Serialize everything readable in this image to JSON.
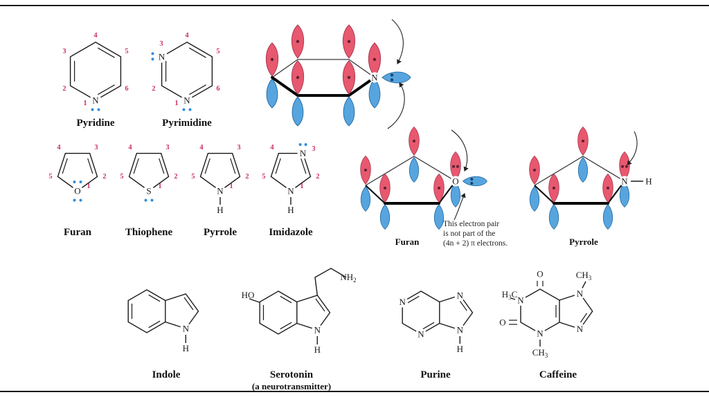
{
  "colors": {
    "number": "#cc3366",
    "lone_pair_blue": "#2e8de0",
    "orbital_red": "#e8586f",
    "orbital_blue": "#57a5de",
    "bond": "#1a1a1a"
  },
  "structures": {
    "pyridine": {
      "name": "Pyridine",
      "N": "N",
      "nums": [
        "1",
        "2",
        "3",
        "4",
        "5",
        "6"
      ]
    },
    "pyrimidine": {
      "name": "Pyrimidine",
      "N": "N",
      "nums": [
        "1",
        "2",
        "3",
        "4",
        "5",
        "6"
      ]
    },
    "pyridine_orbital": {
      "N": "N"
    },
    "furan": {
      "name": "Furan",
      "O": "O",
      "nums": [
        "1",
        "2",
        "3",
        "4",
        "5"
      ]
    },
    "thiophene": {
      "name": "Thiophene",
      "S": "S",
      "nums": [
        "1",
        "2",
        "3",
        "4",
        "5"
      ]
    },
    "pyrrole": {
      "name": "Pyrrole",
      "N": "N",
      "H": "H",
      "nums": [
        "1",
        "2",
        "3",
        "4",
        "5"
      ]
    },
    "imidazole": {
      "name": "Imidazole",
      "N": "N",
      "H": "H",
      "nums": [
        "1",
        "2",
        "3",
        "4",
        "5"
      ]
    },
    "furan_orbital": {
      "label": "Furan",
      "O": "O",
      "note1": "This electron pair",
      "note2": "is not part of the",
      "note3": "(4n + 2) π electrons."
    },
    "pyrrole_orbital": {
      "label": "Pyrrole",
      "N": "N",
      "H": "H"
    },
    "indole": {
      "name": "Indole",
      "N": "N",
      "H": "H"
    },
    "serotonin": {
      "name": "Serotonin",
      "subtitle": "(a neurotransmitter)",
      "HO": "HO",
      "NH": "NH",
      "two": "2",
      "N": "N",
      "H": "H"
    },
    "purine": {
      "name": "Purine",
      "N": "N",
      "H": "H"
    },
    "caffeine": {
      "name": "Caffeine",
      "N": "N",
      "O": "O",
      "H": "H",
      "three": "3",
      "C": "C",
      "CH": "CH"
    }
  }
}
